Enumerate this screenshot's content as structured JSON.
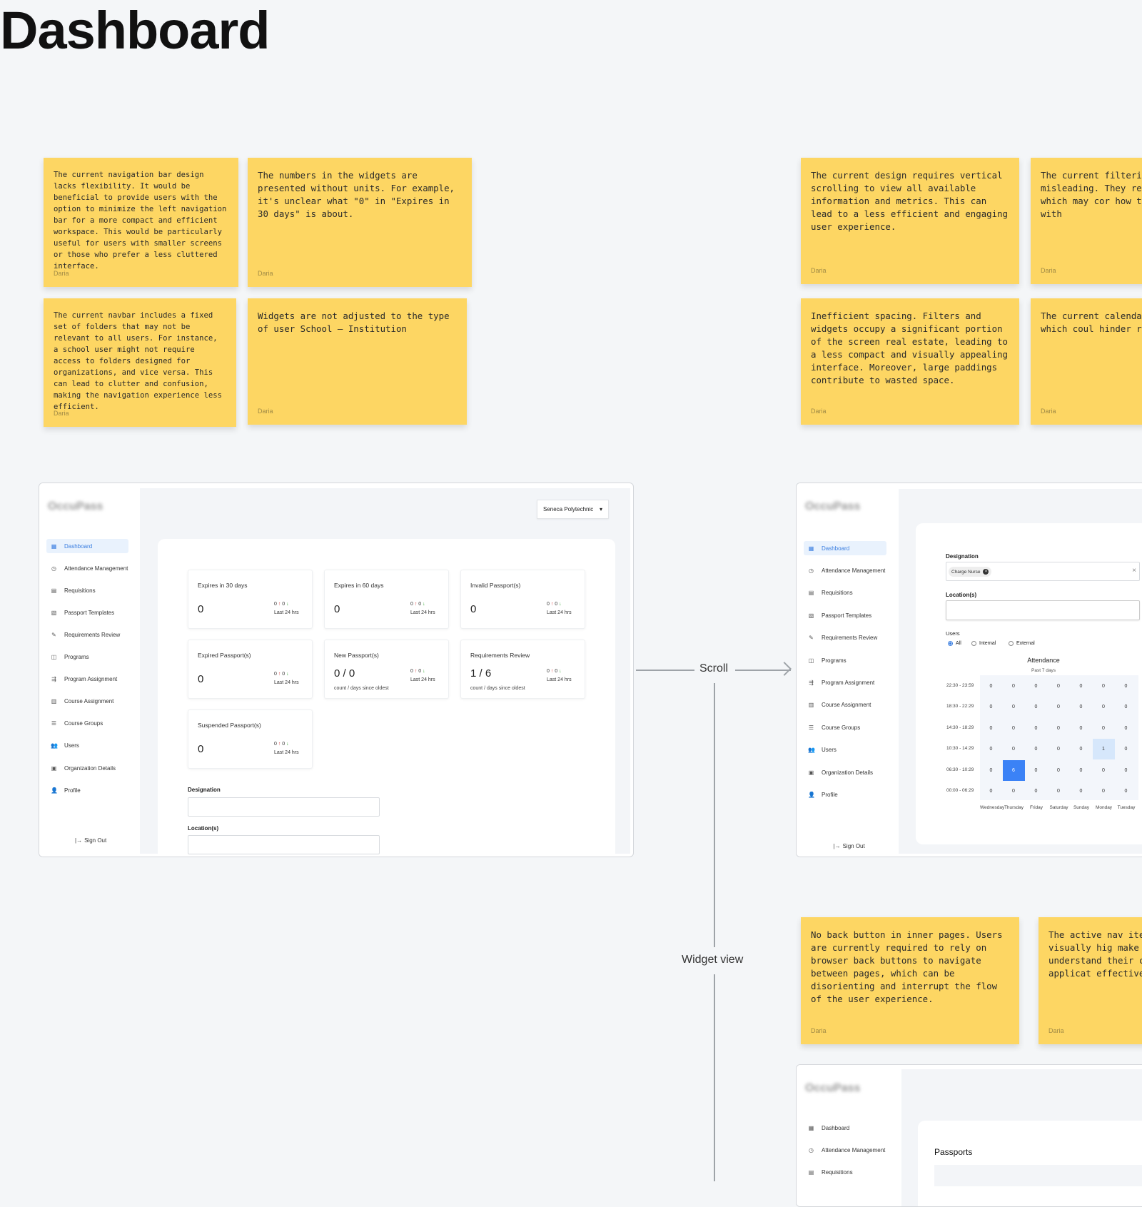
{
  "page": {
    "title": "Dashboard"
  },
  "notes": [
    {
      "text": "The current navigation bar design lacks flexibility. It would be beneficial to provide users with the option to minimize the left navigation bar for a more compact and efficient workspace. This would be particularly useful for users with smaller screens or those who prefer a less cluttered interface.",
      "author": "Daria"
    },
    {
      "text": "The numbers in the widgets are presented without units. For example, it's unclear what \"0\" in \"Expires in 30 days\" is about.",
      "author": "Daria"
    },
    {
      "text": "The current design requires vertical scrolling to view all available information and metrics. This can lead to a less efficient and engaging user experience.",
      "author": "Daria"
    },
    {
      "text": "The current filtering misleading. They real fields, which may cor how to interact with",
      "author": "Daria"
    },
    {
      "text": "The current navbar includes a fixed set of folders that may not be relevant to all users. For instance, a school user might not require access to folders designed for organizations, and vice versa. This can lead to clutter and confusion, making the navigation experience less efficient.",
      "author": "Daria"
    },
    {
      "text": "Widgets are not adjusted to the type of user School – Institution",
      "author": "Daria"
    },
    {
      "text": "Inefficient spacing. Filters and widgets occupy a significant portion of the screen real estate, leading to a less compact and visually appealing interface. Moreover, large paddings contribute to wasted space.",
      "author": "Daria"
    },
    {
      "text": "The current calendar cluttered, which coul hinder readability.",
      "author": "Daria"
    },
    {
      "text": "No back button in inner pages. Users are currently required to rely on browser back buttons to navigate between pages, which can be disorienting and interrupt the flow of the user experience.",
      "author": "Daria"
    },
    {
      "text": "The active nav item is not visually hig make it difficult f understand their cu within the applicat effectively.",
      "author": "Daria"
    }
  ],
  "flow": {
    "scroll": "Scroll",
    "widget_view": "Widget view"
  },
  "app": {
    "logo": "OccuPass",
    "nav": [
      {
        "label": "Dashboard",
        "icon": "chart-icon",
        "glyph": "▦"
      },
      {
        "label": "Attendance Management",
        "icon": "clock-icon",
        "glyph": "◷"
      },
      {
        "label": "Requisitions",
        "icon": "document-icon",
        "glyph": "▤"
      },
      {
        "label": "Passport Templates",
        "icon": "template-icon",
        "glyph": "▧"
      },
      {
        "label": "Requirements Review",
        "icon": "review-icon",
        "glyph": "✎"
      },
      {
        "label": "Programs",
        "icon": "programs-icon",
        "glyph": "◫"
      },
      {
        "label": "Program Assignment",
        "icon": "assign-icon",
        "glyph": "⇶"
      },
      {
        "label": "Course Assignment",
        "icon": "book-icon",
        "glyph": "▥"
      },
      {
        "label": "Course Groups",
        "icon": "list-icon",
        "glyph": "☰"
      },
      {
        "label": "Users",
        "icon": "users-icon",
        "glyph": "👥"
      },
      {
        "label": "Organization Details",
        "icon": "building-icon",
        "glyph": "▣"
      },
      {
        "label": "Profile",
        "icon": "person-icon",
        "glyph": "👤"
      }
    ],
    "sign_out": "Sign Out",
    "sign_out_glyph": "|→",
    "accent": "#3a7ee0",
    "note_color": "#fdd663"
  },
  "screen1": {
    "org_select": "Seneca Polytechnic",
    "widgets": [
      {
        "title": "Expires in 30 days",
        "value": "0",
        "sub": "",
        "up": "0",
        "down": "0",
        "period": "Last 24 hrs"
      },
      {
        "title": "Expires in 60 days",
        "value": "0",
        "sub": "",
        "up": "0",
        "down": "0",
        "period": "Last 24 hrs"
      },
      {
        "title": "Invalid Passport(s)",
        "value": "0",
        "sub": "",
        "up": "0",
        "down": "0",
        "period": "Last 24 hrs"
      },
      {
        "title": "Expired Passport(s)",
        "value": "0",
        "sub": "",
        "up": "0",
        "down": "0",
        "period": "Last 24 hrs"
      },
      {
        "title": "New Passport(s)",
        "value": "0 / 0",
        "sub": "count / days since oldest",
        "up": "0",
        "down": "0",
        "period": "Last 24 hrs"
      },
      {
        "title": "Requirements Review",
        "value": "1 / 6",
        "sub": "count / days since oldest",
        "up": "0",
        "down": "0",
        "period": "Last 24 hrs"
      },
      {
        "title": "Suspended Passport(s)",
        "value": "0",
        "sub": "",
        "up": "0",
        "down": "0",
        "period": "Last 24 hrs"
      }
    ],
    "designation_label": "Designation",
    "location_label": "Location(s)"
  },
  "screen2": {
    "designation_label": "Designation",
    "designation_chip": "Charge Nurse",
    "location_label": "Location(s)",
    "users_label": "Users",
    "users_options": [
      "All",
      "Internal",
      "External"
    ],
    "users_selected": "All",
    "chart_title": "Attendance",
    "chart_subtitle": "Past 7 days",
    "rows": [
      "22:30 - 23:59",
      "18:30 - 22:29",
      "14:30 - 18:29",
      "10:30 - 14:29",
      "06:30 - 10:29",
      "00:00 - 06:29"
    ],
    "days": [
      "Wednesday",
      "Thursday",
      "Friday",
      "Saturday",
      "Sunday",
      "Monday",
      "Tuesday"
    ],
    "values": [
      [
        0,
        0,
        0,
        0,
        0,
        0,
        0
      ],
      [
        0,
        0,
        0,
        0,
        0,
        0,
        0
      ],
      [
        0,
        0,
        0,
        0,
        0,
        0,
        0
      ],
      [
        0,
        0,
        0,
        0,
        0,
        1,
        0
      ],
      [
        0,
        6,
        0,
        0,
        0,
        0,
        0
      ],
      [
        0,
        0,
        0,
        0,
        0,
        0,
        0
      ]
    ]
  },
  "screen3": {
    "section_title": "Passports"
  }
}
